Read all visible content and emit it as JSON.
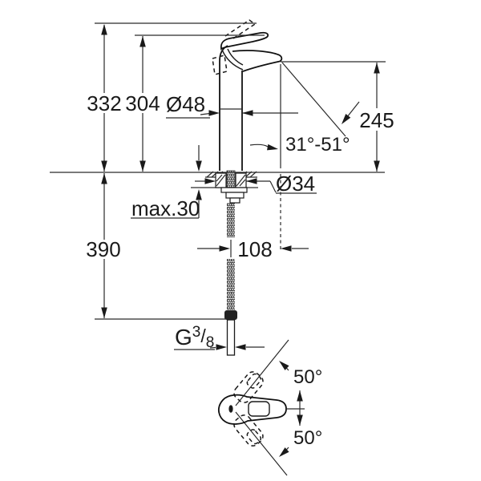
{
  "dims": {
    "overall_height": "332",
    "handle_height": "304",
    "base_diameter": "Ø48",
    "spout_height": "245",
    "spout_angle": "31°-51°",
    "hole_diameter": "Ø34",
    "max_deck_thickness": "max.30",
    "hose_length": "390",
    "spout_reach": "108",
    "swivel_upper": "50°",
    "swivel_lower": "50°",
    "thread": {
      "prefix": "G",
      "numerator": "3",
      "slash": "/",
      "denominator": "8"
    }
  },
  "colors": {
    "line": "#1a1a1a",
    "background": "#ffffff"
  }
}
